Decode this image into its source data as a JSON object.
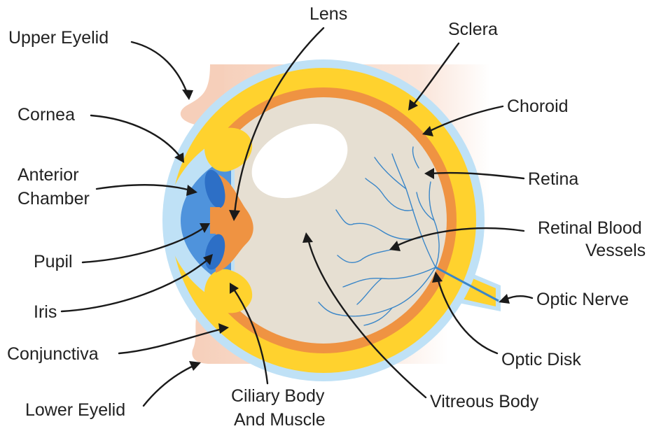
{
  "colors": {
    "skin": "#f6cfba",
    "sclera": "#bfe1f6",
    "choroid": "#ffd22e",
    "retina": "#ef9342",
    "vitreous": "#e6dfd2",
    "cornea_chamber": "#4f93dc",
    "iris": "#2d6fc6",
    "vessels": "#3a86c8"
  },
  "labels": {
    "upper_eyelid": "Upper Eyelid",
    "lens": "Lens",
    "sclera": "Sclera",
    "cornea": "Cornea",
    "choroid": "Choroid",
    "anterior_chamber_1": "Anterior",
    "anterior_chamber_2": "Chamber",
    "retina": "Retina",
    "retinal_blood_vessels_1": "Retinal Blood",
    "retinal_blood_vessels_2": "Vessels",
    "pupil": "Pupil",
    "optic_nerve": "Optic Nerve",
    "iris": "Iris",
    "optic_disk": "Optic Disk",
    "conjunctiva": "Conjunctiva",
    "lower_eyelid": "Lower Eyelid",
    "ciliary_body_1": "Ciliary Body",
    "ciliary_body_2": "And Muscle",
    "vitreous_body": "Vitreous Body"
  }
}
